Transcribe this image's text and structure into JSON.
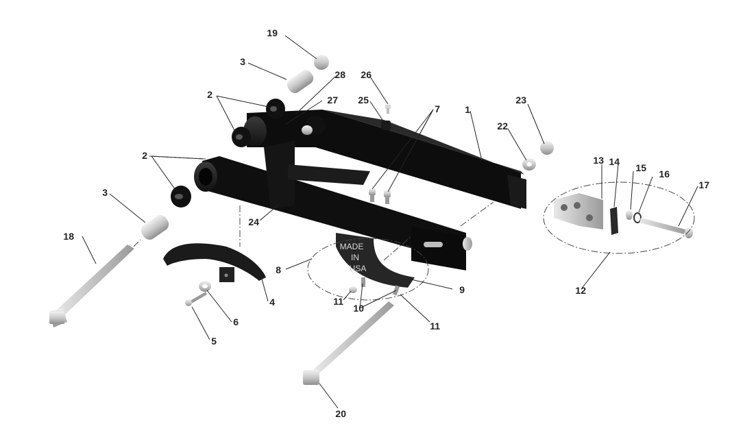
{
  "diagram": {
    "callouts": {
      "c1": "1",
      "c2a": "2",
      "c2b": "2",
      "c3a": "3",
      "c3b": "3",
      "c4": "4",
      "c5": "5",
      "c6": "6",
      "c7": "7",
      "c8": "8",
      "c9": "9",
      "c10": "10",
      "c11a": "11",
      "c11b": "11",
      "c12": "12",
      "c13": "13",
      "c14": "14",
      "c15": "15",
      "c16": "16",
      "c17": "17",
      "c18": "18",
      "c19": "19",
      "c20": "20",
      "c22": "22",
      "c23": "23",
      "c24": "24",
      "c25": "25",
      "c26": "26",
      "c27": "27",
      "c28": "28"
    },
    "stamp": {
      "line1": "MADE",
      "line2": "IN",
      "line3": "USA"
    }
  }
}
